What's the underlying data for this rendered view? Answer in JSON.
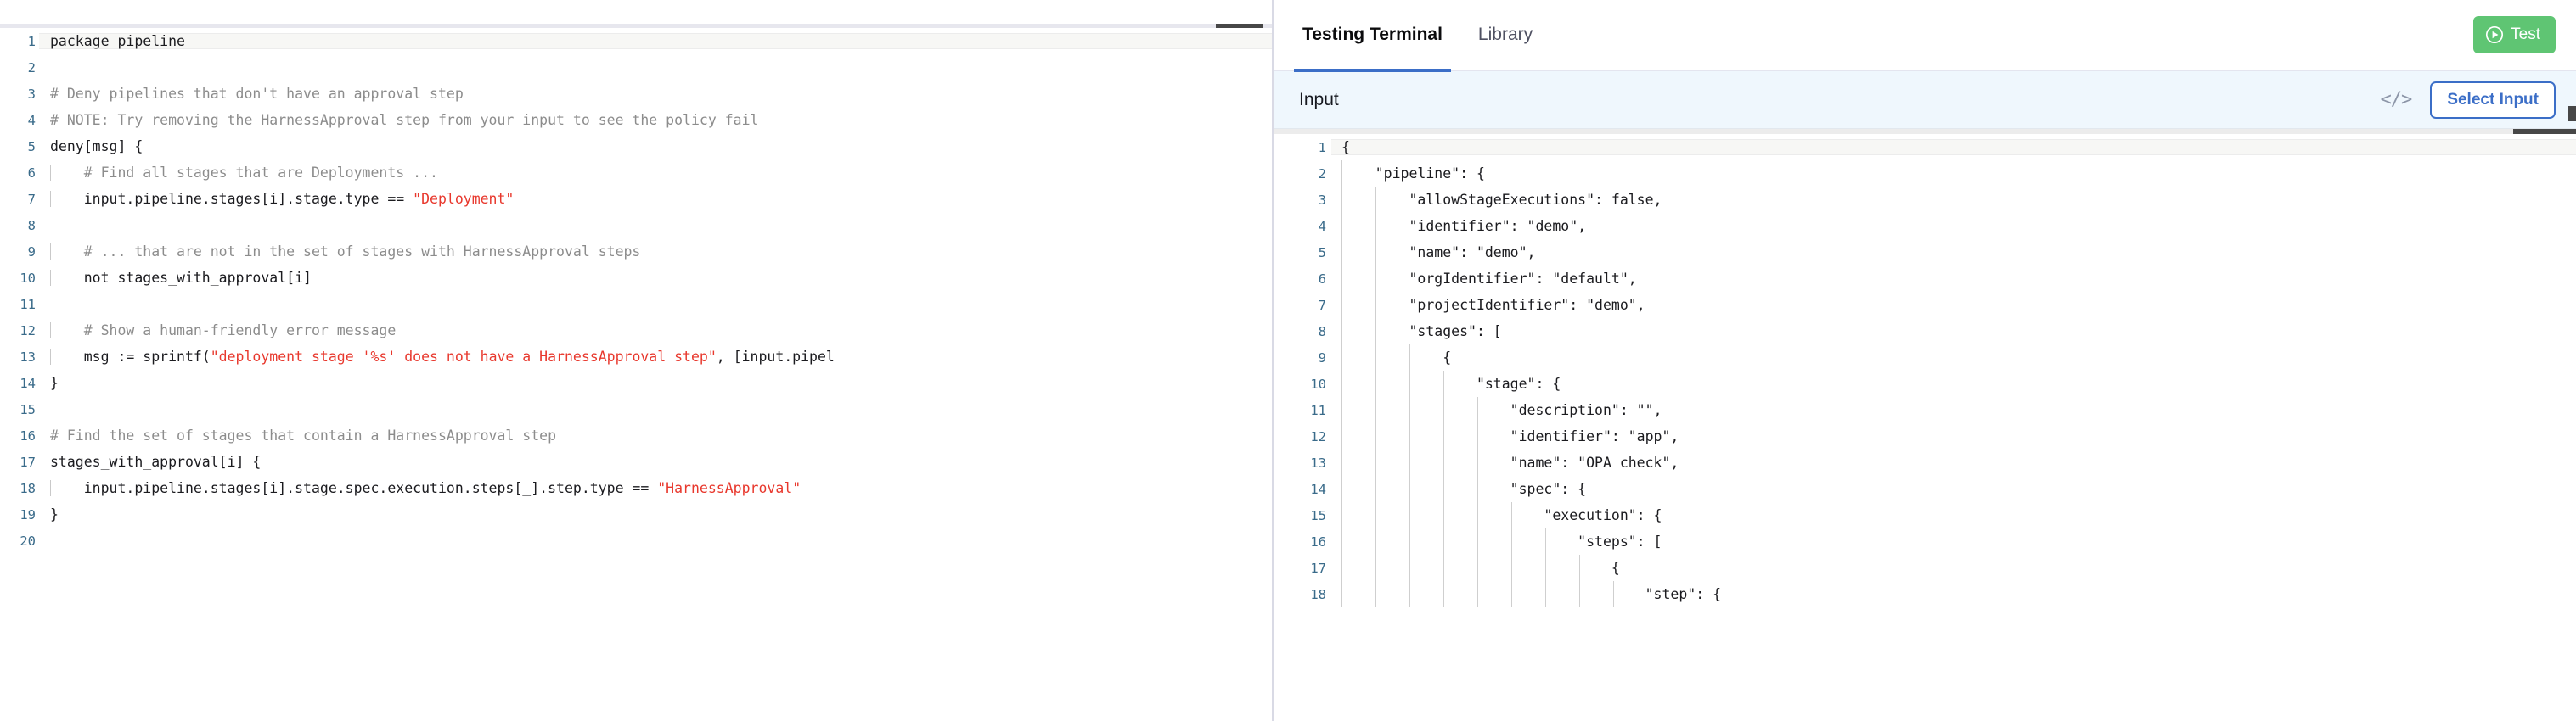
{
  "editor": {
    "language": "rego",
    "active_line": 1,
    "line_count": 20,
    "scrollbar": {
      "name": "horizontal-scrollbar"
    },
    "lines": [
      {
        "n": "1",
        "segments": [
          {
            "t": "package pipeline",
            "c": "kw"
          }
        ],
        "indent": 0
      },
      {
        "n": "2",
        "segments": [
          {
            "t": "",
            "c": "kw"
          }
        ],
        "indent": 0
      },
      {
        "n": "3",
        "segments": [
          {
            "t": "# Deny pipelines that don't have an approval step",
            "c": "cmt"
          }
        ],
        "indent": 0
      },
      {
        "n": "4",
        "segments": [
          {
            "t": "# NOTE: Try removing the HarnessApproval step from your input to see the policy fail",
            "c": "cmt"
          }
        ],
        "indent": 0
      },
      {
        "n": "5",
        "segments": [
          {
            "t": "deny[msg] {",
            "c": "kw"
          }
        ],
        "indent": 0
      },
      {
        "n": "6",
        "segments": [
          {
            "t": "    # Find all stages that are Deployments ...",
            "c": "cmt"
          }
        ],
        "indent": 1
      },
      {
        "n": "7",
        "segments": [
          {
            "t": "    input.pipeline.stages[i].stage.type == ",
            "c": "kw"
          },
          {
            "t": "\"Deployment\"",
            "c": "str"
          }
        ],
        "indent": 1
      },
      {
        "n": "8",
        "segments": [
          {
            "t": "",
            "c": "kw"
          }
        ],
        "indent": 1
      },
      {
        "n": "9",
        "segments": [
          {
            "t": "    # ... that are not in the set of stages with HarnessApproval steps",
            "c": "cmt"
          }
        ],
        "indent": 1
      },
      {
        "n": "10",
        "segments": [
          {
            "t": "    not stages_with_approval[i]",
            "c": "kw"
          }
        ],
        "indent": 1
      },
      {
        "n": "11",
        "segments": [
          {
            "t": "",
            "c": "kw"
          }
        ],
        "indent": 1
      },
      {
        "n": "12",
        "segments": [
          {
            "t": "    # Show a human-friendly error message",
            "c": "cmt"
          }
        ],
        "indent": 1
      },
      {
        "n": "13",
        "segments": [
          {
            "t": "    msg := sprintf(",
            "c": "kw"
          },
          {
            "t": "\"deployment stage '%s' does not have a HarnessApproval step\"",
            "c": "str"
          },
          {
            "t": ", [input.pipel",
            "c": "kw"
          }
        ],
        "indent": 1
      },
      {
        "n": "14",
        "segments": [
          {
            "t": "}",
            "c": "kw"
          }
        ],
        "indent": 0
      },
      {
        "n": "15",
        "segments": [
          {
            "t": "",
            "c": "kw"
          }
        ],
        "indent": 0
      },
      {
        "n": "16",
        "segments": [
          {
            "t": "# Find the set of stages that contain a HarnessApproval step",
            "c": "cmt"
          }
        ],
        "indent": 0
      },
      {
        "n": "17",
        "segments": [
          {
            "t": "stages_with_approval[i] {",
            "c": "kw"
          }
        ],
        "indent": 0
      },
      {
        "n": "18",
        "segments": [
          {
            "t": "    input.pipeline.stages[i].stage.spec.execution.steps[_].step.type == ",
            "c": "kw"
          },
          {
            "t": "\"HarnessApproval\"",
            "c": "str"
          }
        ],
        "indent": 1
      },
      {
        "n": "19",
        "segments": [
          {
            "t": "}",
            "c": "kw"
          }
        ],
        "indent": 0
      },
      {
        "n": "20",
        "segments": [
          {
            "t": "",
            "c": "kw"
          }
        ],
        "indent": 0
      }
    ]
  },
  "panel": {
    "tabs": [
      {
        "label": "Testing Terminal",
        "active": true
      },
      {
        "label": "Library",
        "active": false
      }
    ],
    "test_button": {
      "label": "Test",
      "icon": "play-circle-icon",
      "color": "#5fc573"
    },
    "input_section": {
      "title": "Input",
      "code_icon": "</>",
      "select_input_label": "Select Input",
      "accent_color": "#3b6ec7",
      "background": "#eff7fd"
    },
    "json_editor": {
      "active_line": 1,
      "lines": [
        {
          "n": "1",
          "text": "{",
          "guides": 0
        },
        {
          "n": "2",
          "text": "    \"pipeline\": {",
          "guides": 1
        },
        {
          "n": "3",
          "text": "        \"allowStageExecutions\": false,",
          "guides": 2
        },
        {
          "n": "4",
          "text": "        \"identifier\": \"demo\",",
          "guides": 2
        },
        {
          "n": "5",
          "text": "        \"name\": \"demo\",",
          "guides": 2
        },
        {
          "n": "6",
          "text": "        \"orgIdentifier\": \"default\",",
          "guides": 2
        },
        {
          "n": "7",
          "text": "        \"projectIdentifier\": \"demo\",",
          "guides": 2
        },
        {
          "n": "8",
          "text": "        \"stages\": [",
          "guides": 2
        },
        {
          "n": "9",
          "text": "            {",
          "guides": 3
        },
        {
          "n": "10",
          "text": "                \"stage\": {",
          "guides": 4
        },
        {
          "n": "11",
          "text": "                    \"description\": \"\",",
          "guides": 5
        },
        {
          "n": "12",
          "text": "                    \"identifier\": \"app\",",
          "guides": 5
        },
        {
          "n": "13",
          "text": "                    \"name\": \"OPA check\",",
          "guides": 5
        },
        {
          "n": "14",
          "text": "                    \"spec\": {",
          "guides": 5
        },
        {
          "n": "15",
          "text": "                        \"execution\": {",
          "guides": 6
        },
        {
          "n": "16",
          "text": "                            \"steps\": [",
          "guides": 7
        },
        {
          "n": "17",
          "text": "                                {",
          "guides": 8
        },
        {
          "n": "18",
          "text": "                                    \"step\": {",
          "guides": 9
        }
      ]
    },
    "scrollbar": {
      "name": "vertical-scrollbar"
    }
  }
}
